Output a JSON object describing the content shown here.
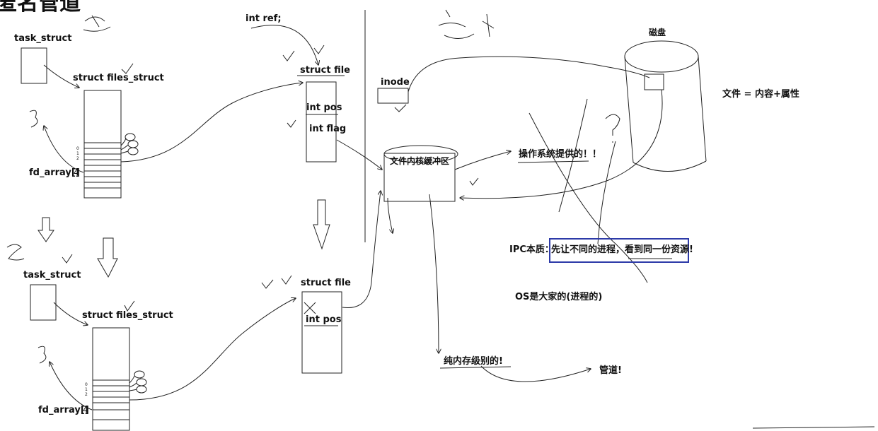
{
  "title": "匿名管道",
  "parent": {
    "task_struct": "task_struct",
    "files_struct": "struct files_struct",
    "fd_array": "fd_array[]",
    "fd_index": "4"
  },
  "child": {
    "task_struct": "task_struct",
    "files_struct": "struct files_struct",
    "fd_array": "fd_array[]",
    "fd_index": "4"
  },
  "file_top": {
    "ref": "int ref;",
    "name": "struct file",
    "pos": "int pos",
    "flag": "int flag"
  },
  "file_bottom": {
    "name": "struct file",
    "pos": "int pos"
  },
  "kernel": {
    "inode": "inode",
    "buffer": "文件内核缓冲区",
    "os_provided": "操作系统提供的！！",
    "memory_level": "纯内存级别的!",
    "pipe": "管道!"
  },
  "disk": {
    "label": "磁盘",
    "file_eq": "文件 = 内容+属性"
  },
  "ipc": {
    "label": "IPC本质：",
    "essence": "先让不同的进程，看到同一份资源!"
  },
  "os_note": "OS是大家的(进程的)"
}
